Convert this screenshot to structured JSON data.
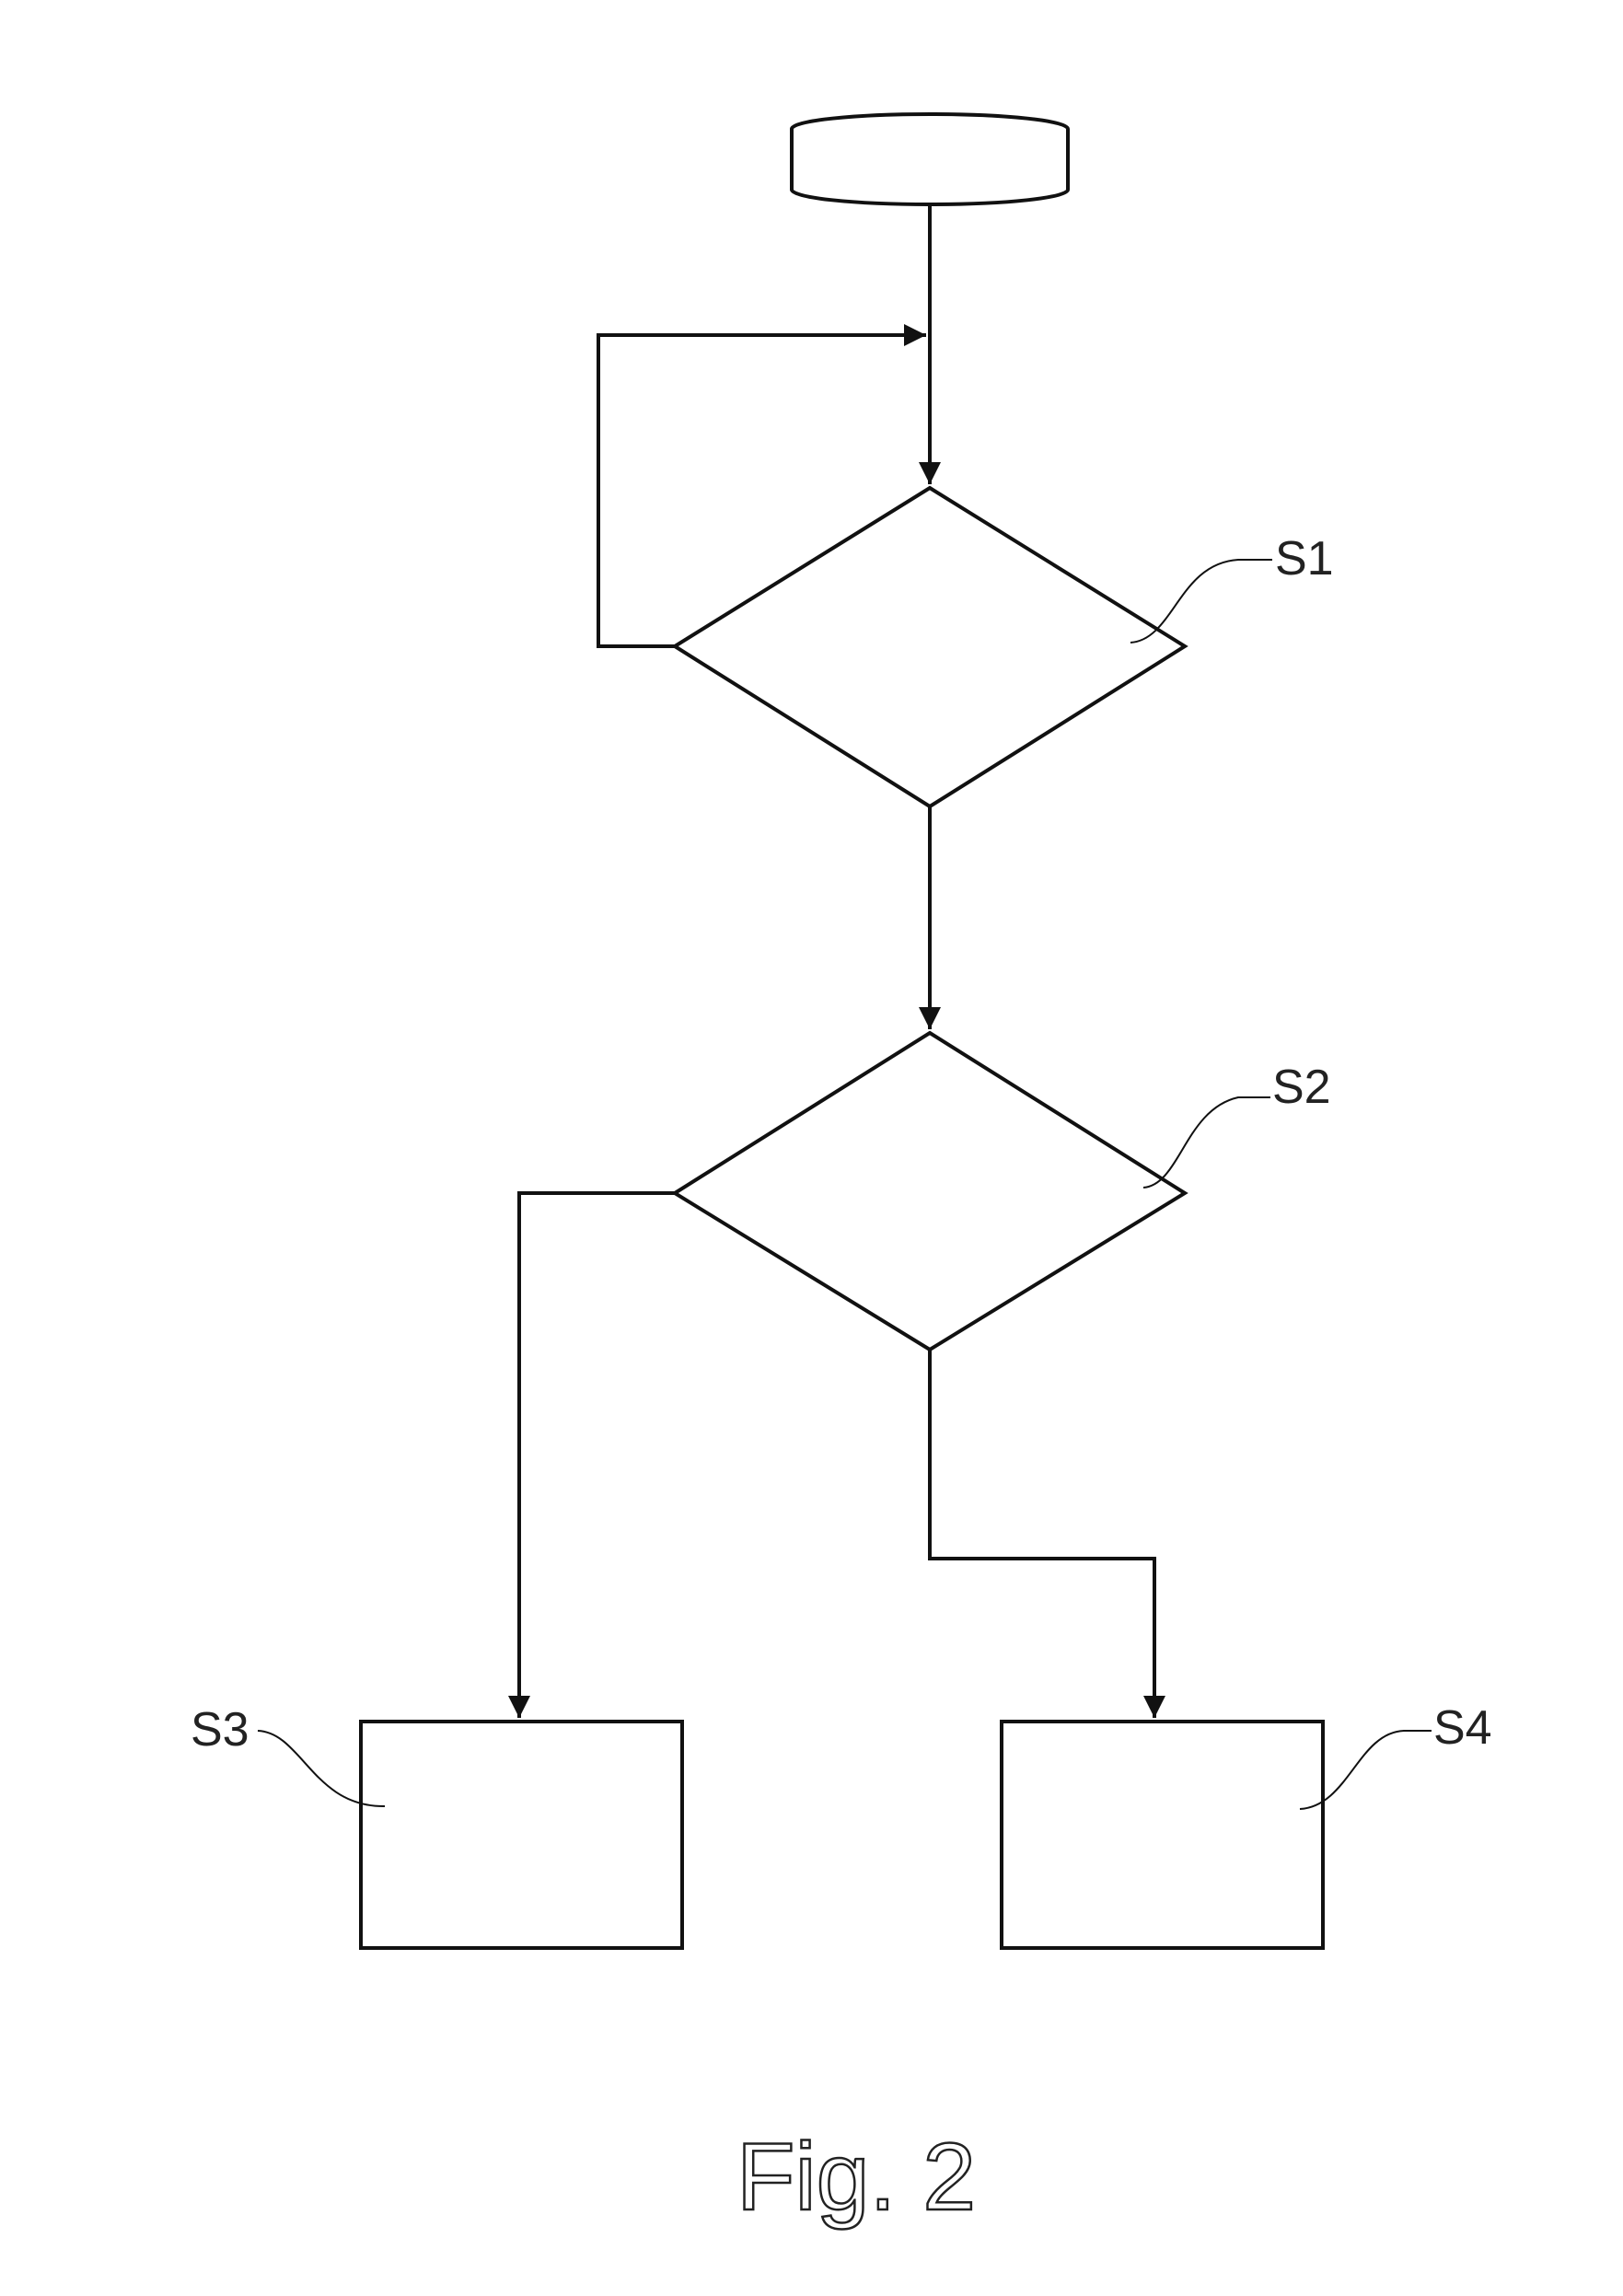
{
  "labels": {
    "s1": "S1",
    "s2": "S2",
    "s3": "S3",
    "s4": "S4"
  },
  "caption": "Fig. 2"
}
